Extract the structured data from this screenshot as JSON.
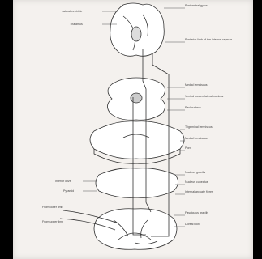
{
  "labels": {
    "cortex_top": "Postcentral gyrus",
    "thalamus_a": "Lateral ventricle",
    "thalamus_b": "Thalamus",
    "internal_capsule": "Posterior limb of the internal capsule",
    "midbrain_a": "Medial lemniscus",
    "midbrain_b": "Ventral posterolateral nucleus",
    "midbrain_c": "Red nucleus",
    "pons_a": "Trigeminal lemniscus",
    "pons_b": "Medial lemniscus",
    "pons_c": "Pons",
    "medulla_a": "Nucleus gracilis",
    "medulla_b": "Nucleus cuneatus",
    "medulla_c": "Internal arcuate fibres",
    "medulla_left_a": "Inferior olive",
    "medulla_left_b": "Pyramid",
    "cord_a": "Fasciculus gracilis",
    "cord_b": "Dorsal root",
    "cord_left_a": "From lower limb",
    "cord_left_b": "From upper limb"
  }
}
